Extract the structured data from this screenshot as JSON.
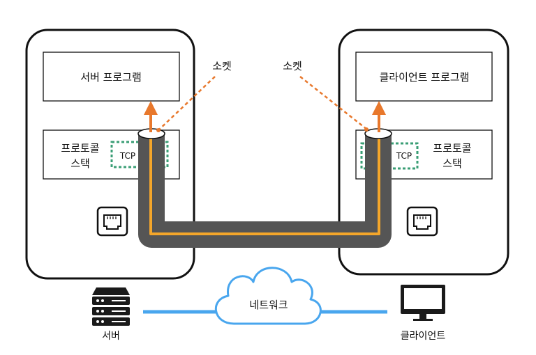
{
  "server": {
    "program_label": "서버 프로그램",
    "stack_label_line1": "프로토콜",
    "stack_label_line2": "스택",
    "tcp_label": "TCP",
    "device_label": "서버"
  },
  "client": {
    "program_label": "클라이언트 프로그램",
    "stack_label_line1": "프로토콜",
    "stack_label_line2": "스택",
    "tcp_label": "TCP",
    "device_label": "클라이언트"
  },
  "socket_label_left": "소켓",
  "socket_label_right": "소켓",
  "network_label": "네트워크",
  "colors": {
    "pipe": "#555555",
    "pipe_core": "#f4a62a",
    "socket_arrow": "#e8782c",
    "tcp_border": "#3a9e75",
    "network_line": "#49a6ee"
  },
  "icons": [
    "ethernet-port-icon",
    "server-rack-icon",
    "monitor-icon",
    "cloud-icon"
  ]
}
